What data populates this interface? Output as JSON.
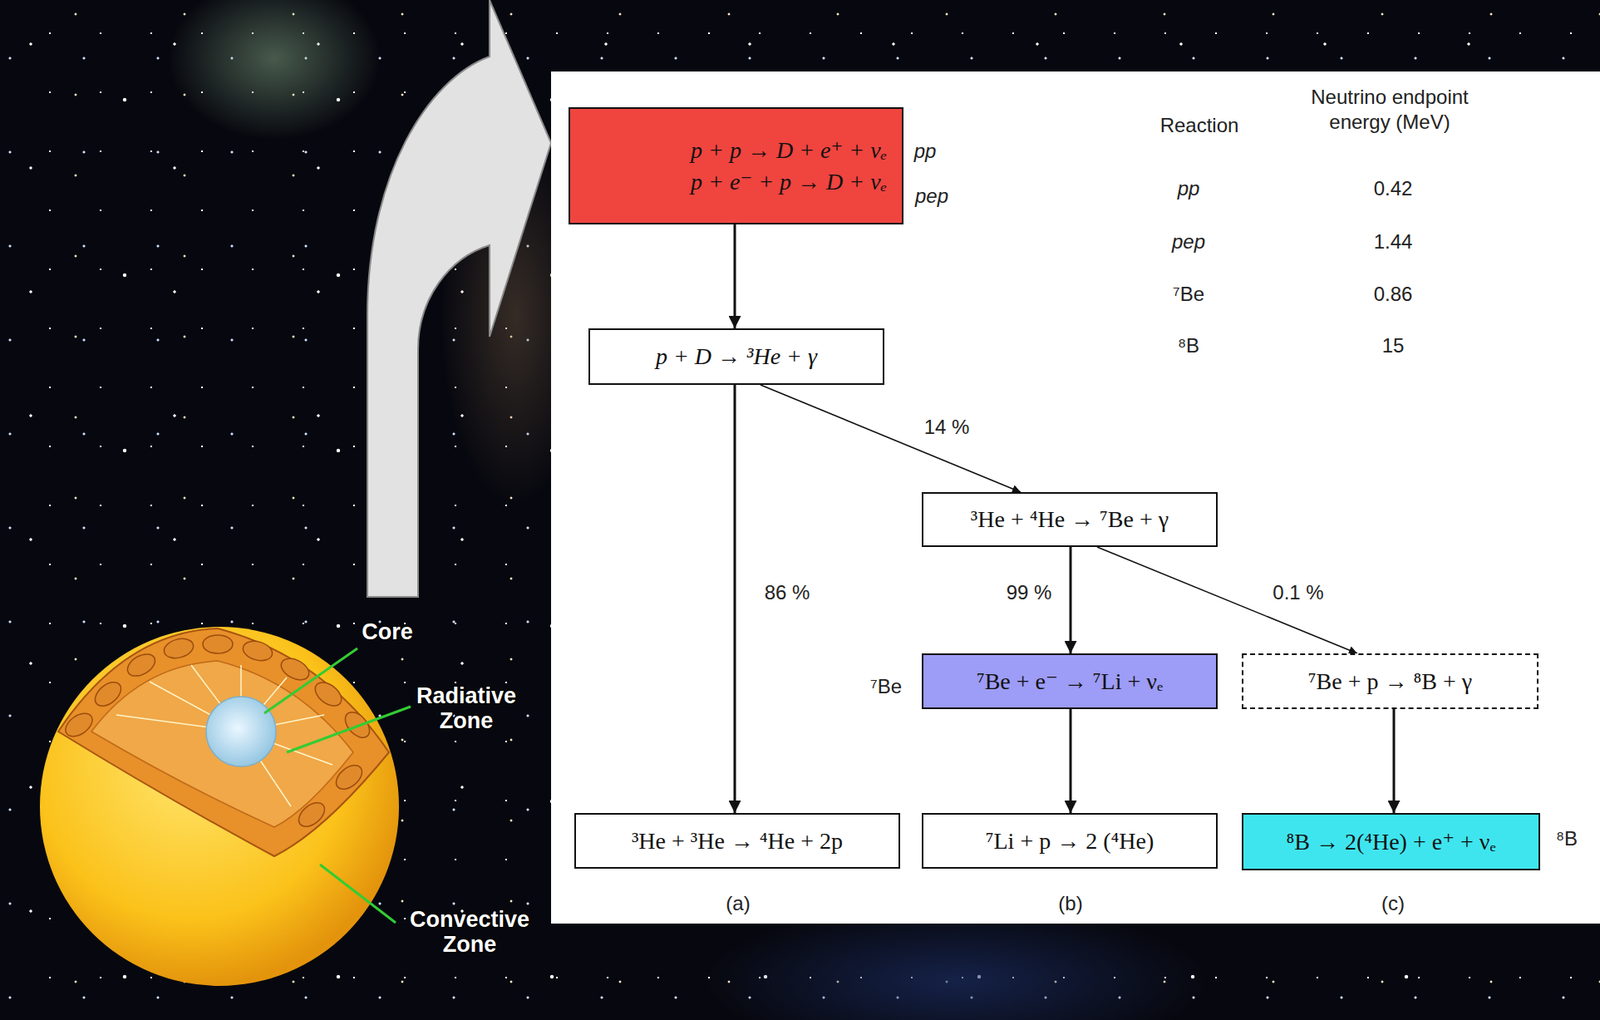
{
  "diagram": {
    "nodes": [
      {
        "text": [
          "p + p → D + e⁺ + νₑ",
          "p + e⁻ + p → D + νₑ"
        ]
      },
      {
        "text": [
          "p + D → ³He + γ"
        ]
      },
      {
        "text": [
          "³He + ⁴He → ⁷Be + γ"
        ]
      },
      {
        "text": [
          "⁷Be + e⁻ → ⁷Li + νₑ"
        ]
      },
      {
        "text": [
          "⁷Be + p → ⁸B + γ"
        ]
      },
      {
        "text": [
          "³He + ³He → ⁴He + 2p"
        ]
      },
      {
        "text": [
          "⁷Li + p → 2 (⁴He)"
        ]
      },
      {
        "text": [
          "⁸B → 2(⁴He) + e⁺ + νₑ"
        ]
      }
    ],
    "edges": [
      {
        "from": 0,
        "to": 1,
        "arrow": "to"
      },
      {
        "from": 1,
        "to": 2,
        "arrow": "to",
        "label": "14 %"
      },
      {
        "from": 1,
        "to": 5,
        "arrow": "to",
        "label": "86 %"
      },
      {
        "from": 2,
        "to": 3,
        "arrow": "to",
        "label": "99 %"
      },
      {
        "from": 2,
        "to": 4,
        "arrow": "to",
        "label": "0.1 %"
      },
      {
        "from": 3,
        "to": 6,
        "arrow": "to"
      },
      {
        "from": 4,
        "to": 7,
        "arrow": "to"
      }
    ],
    "labels": [
      "Reaction",
      "Neutrino endpoint energy (MeV)",
      "pp",
      "0.42",
      "pep",
      "1.44",
      "⁷Be",
      "0.86",
      "⁸B",
      "15",
      "pp",
      "pep",
      "⁷Be",
      "⁸B",
      "(a)",
      "(b)",
      "(c)",
      "Core",
      "Radiative Zone",
      "Convective Zone"
    ]
  }
}
